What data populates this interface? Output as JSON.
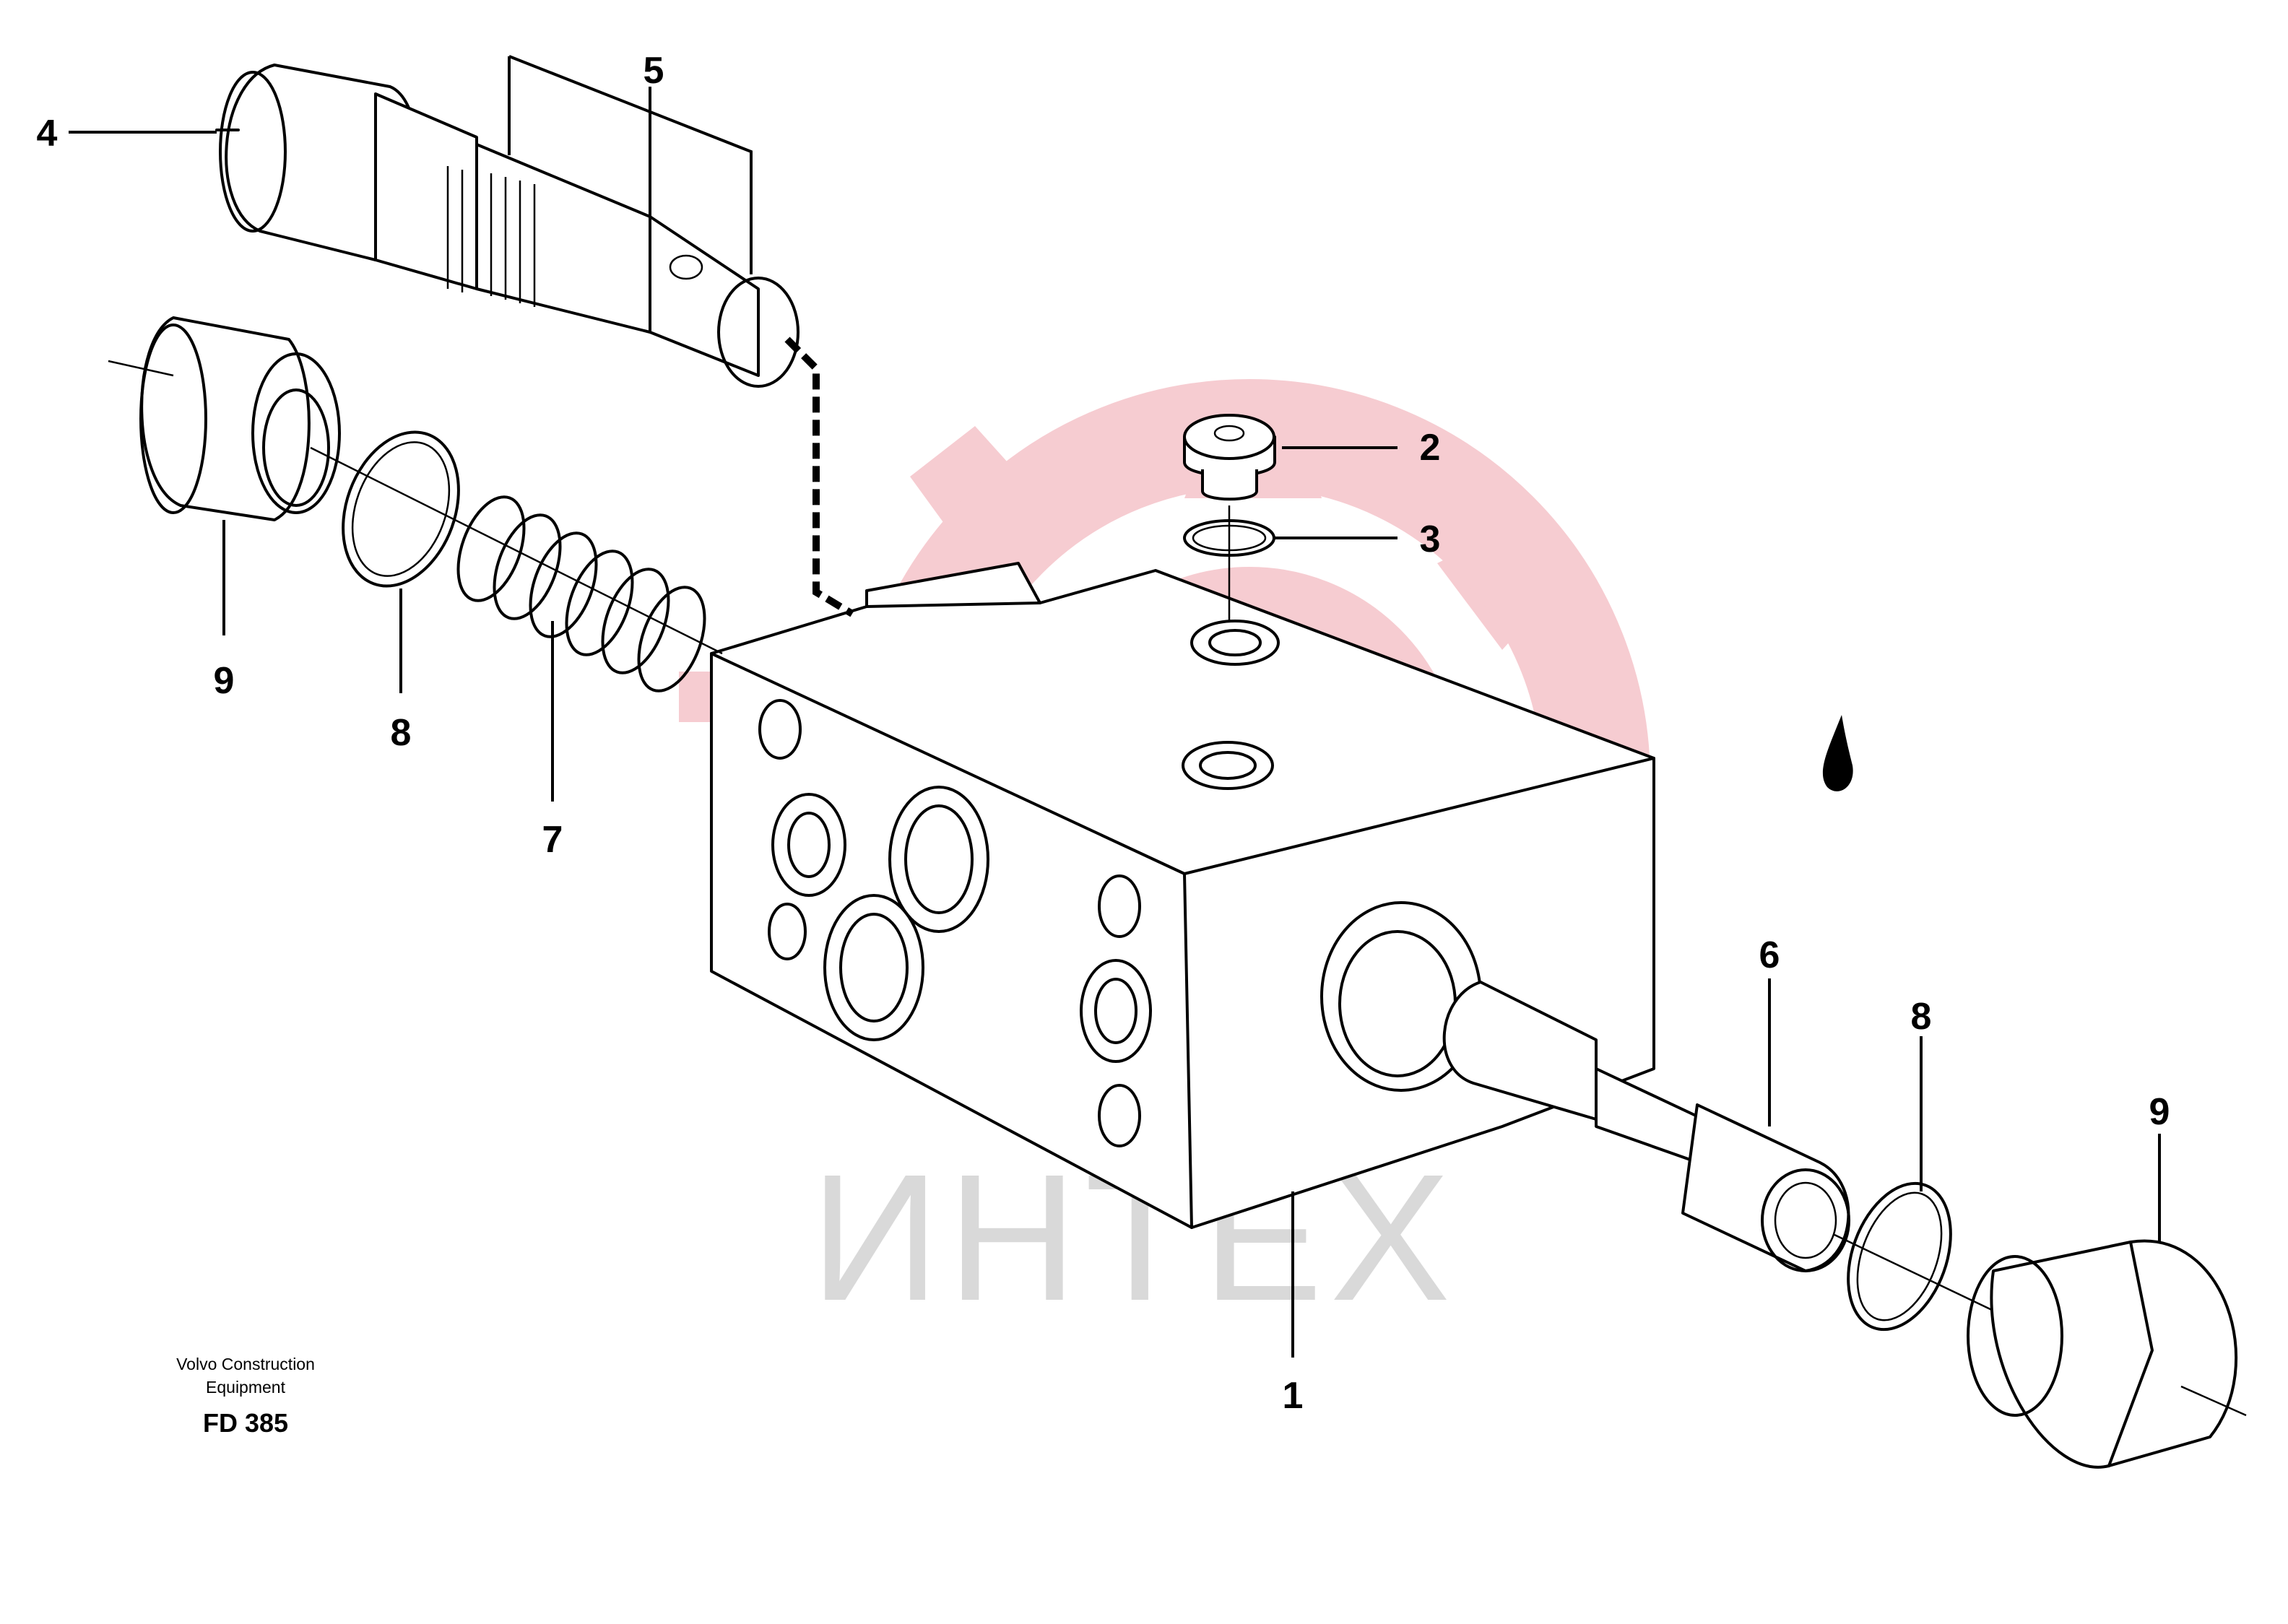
{
  "diagram": {
    "callouts": [
      {
        "id": "c1",
        "text": "1"
      },
      {
        "id": "c2",
        "text": "2"
      },
      {
        "id": "c3",
        "text": "3"
      },
      {
        "id": "c4",
        "text": "4"
      },
      {
        "id": "c5",
        "text": "5"
      },
      {
        "id": "c6",
        "text": "6"
      },
      {
        "id": "c7",
        "text": "7"
      },
      {
        "id": "c8a",
        "text": "8"
      },
      {
        "id": "c8b",
        "text": "8"
      },
      {
        "id": "c9a",
        "text": "9"
      },
      {
        "id": "c9b",
        "text": "9"
      }
    ],
    "watermark_text": "ИНТЕХ",
    "watermark_color": "#f2a6ae",
    "manufacturer": "Volvo Construction\nEquipment",
    "figure_code": "FD 385"
  }
}
